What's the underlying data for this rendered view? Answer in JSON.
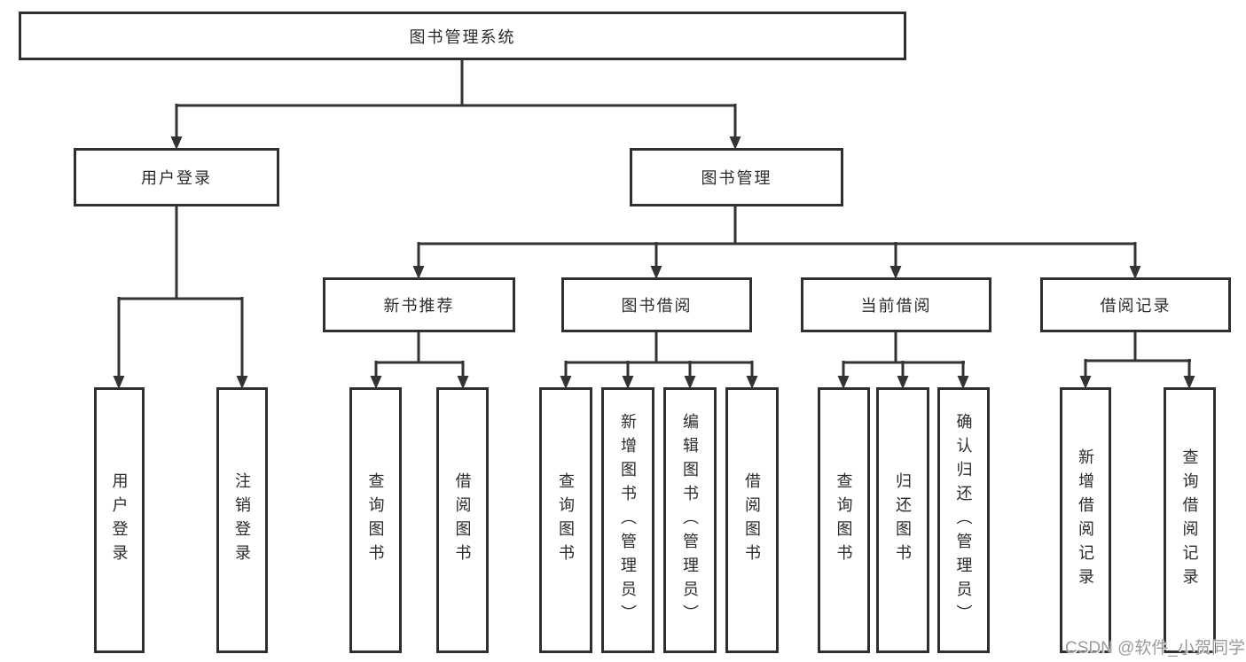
{
  "diagram_title": "图书管理系统",
  "nodes": {
    "root": "图书管理系统",
    "level2": {
      "user_login": "用户登录",
      "book_mgmt": "图书管理"
    },
    "level3": {
      "new_book": "新书推荐",
      "book_borrow": "图书借阅",
      "current_borrow": "当前借阅",
      "borrow_record": "借阅记录"
    },
    "leaves": [
      {
        "parent": "用户登录",
        "label": "用户登录"
      },
      {
        "parent": "用户登录",
        "label": "注销登录"
      },
      {
        "parent": "新书推荐",
        "label": "查询图书"
      },
      {
        "parent": "新书推荐",
        "label": "借阅图书"
      },
      {
        "parent": "图书借阅",
        "label": "查询图书"
      },
      {
        "parent": "图书借阅",
        "label": "新增图书（管理员）"
      },
      {
        "parent": "图书借阅",
        "label": "编辑图书（管理员）"
      },
      {
        "parent": "图书借阅",
        "label": "借阅图书"
      },
      {
        "parent": "当前借阅",
        "label": "查询图书"
      },
      {
        "parent": "当前借阅",
        "label": "归还图书"
      },
      {
        "parent": "当前借阅",
        "label": "确认归还（管理员）"
      },
      {
        "parent": "借阅记录",
        "label": "新增借阅记录"
      },
      {
        "parent": "借阅记录",
        "label": "查询借阅记录"
      }
    ]
  },
  "watermark": "CSDN @软件_小贺同学",
  "colors": {
    "line": "#333333",
    "box_border": "#2f2f2f",
    "box_fill": "#ffffff",
    "text": "#2b2b2b",
    "watermark": "#9b9b9b",
    "background": "#ffffff"
  }
}
